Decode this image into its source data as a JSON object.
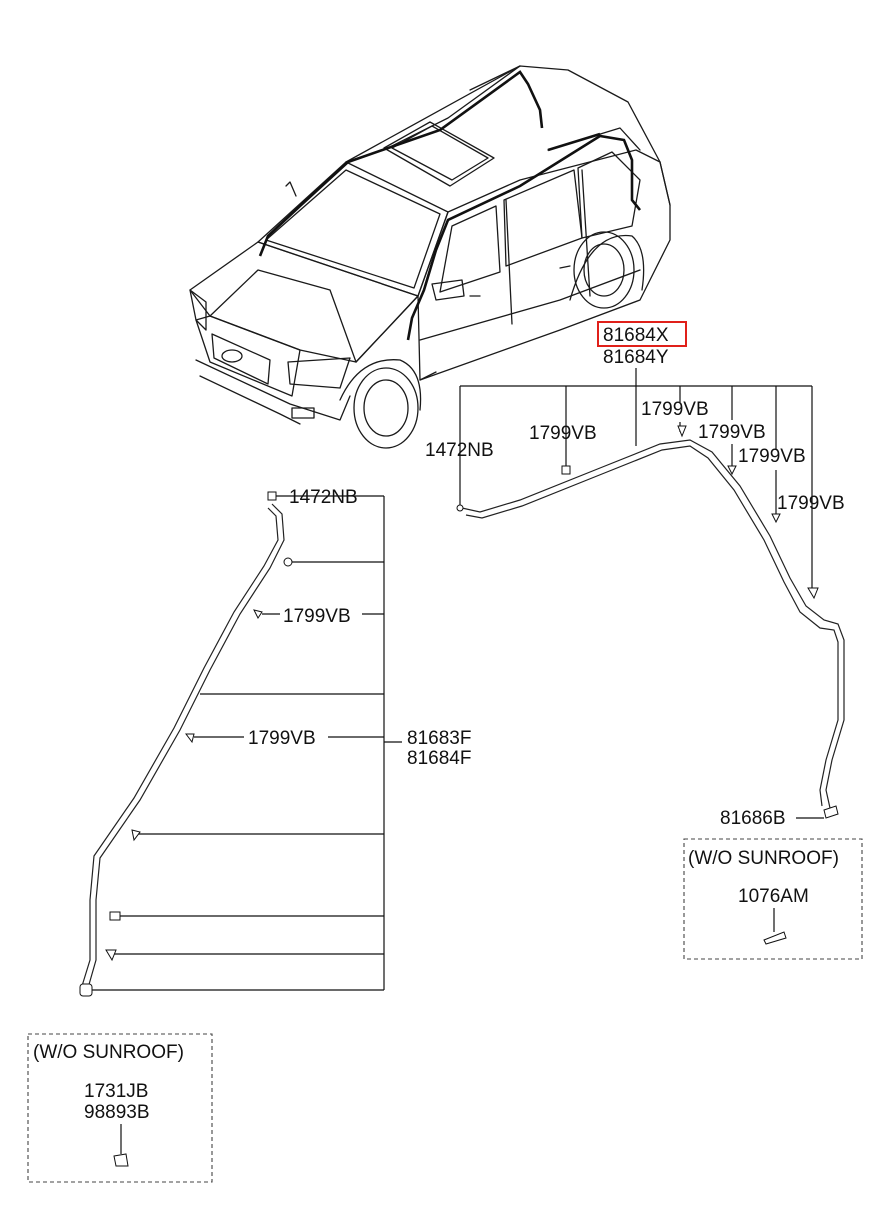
{
  "labels": {
    "main_part_primary": "81684X",
    "main_part_secondary": "81684Y",
    "hose_right_end": "1472NB",
    "clip_right_1": "1799VB",
    "clip_right_2": "1799VB",
    "clip_right_3": "1799VB",
    "clip_right_4": "1799VB",
    "clip_right_5": "1799VB",
    "drain_right_end": "81686B",
    "left_hose_top": "1472NB",
    "left_clip_1": "1799VB",
    "left_clip_2": "1799VB",
    "left_assembly_primary": "81683F",
    "left_assembly_secondary": "81684F"
  },
  "boxes": {
    "right_box_title": "(W/O SUNROOF)",
    "right_box_part": "1076AM",
    "left_box_title": "(W/O SUNROOF)",
    "left_box_part_1": "1731JB",
    "left_box_part_2": "98893B"
  },
  "colors": {
    "highlight": "#e0201a",
    "line": "#111111"
  }
}
